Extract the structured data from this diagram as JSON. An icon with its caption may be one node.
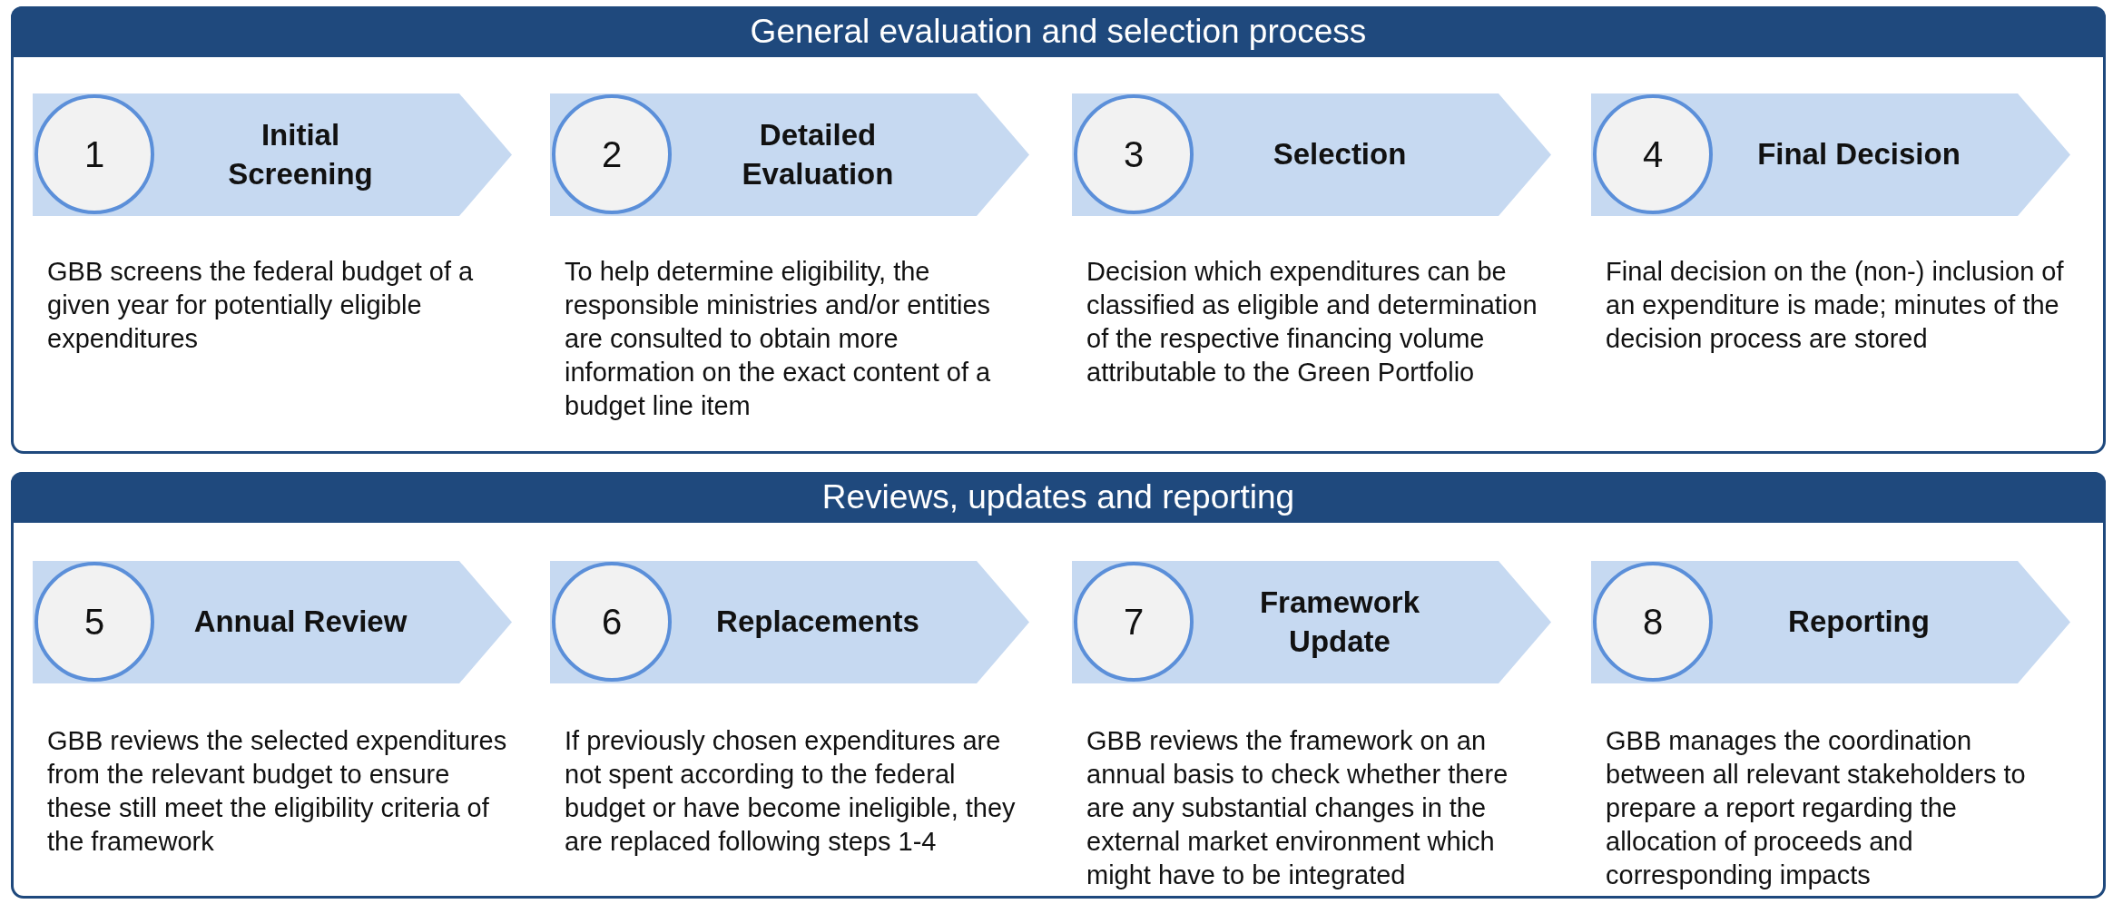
{
  "diagram": {
    "nodes": [
      {
        "text": [
          "General evaluation and selection process"
        ]
      },
      {
        "text": [
          "Initial Screening"
        ],
        "in": 0,
        "beside": [
          "GBB screens the federal budget of a given year for potentially eligible expenditures"
        ]
      },
      {
        "text": [
          "1"
        ],
        "in": 1
      },
      {
        "text": [
          "Detailed Evaluation"
        ],
        "in": 0,
        "beside": [
          "To help determine eligibility, the responsible ministries and/or entities are consulted to obtain more information on the exact content of a budget line item"
        ]
      },
      {
        "text": [
          "2"
        ],
        "in": 3
      },
      {
        "text": [
          "Selection"
        ],
        "in": 0,
        "beside": [
          "Decision which expenditures can be classified as eligible and determination of the respective financing volume attributable to the Green Portfolio"
        ]
      },
      {
        "text": [
          "3"
        ],
        "in": 5
      },
      {
        "text": [
          "Final Decision"
        ],
        "in": 0,
        "beside": [
          "Final decision on the (non-) inclusion of an expenditure is made; minutes of the decision process are stored"
        ]
      },
      {
        "text": [
          "4"
        ],
        "in": 7
      },
      {
        "text": [
          "Reviews, updates and reporting"
        ]
      },
      {
        "text": [
          "Annual Review"
        ],
        "in": 9,
        "beside": [
          "GBB reviews the selected expenditures from the relevant budget to ensure these still meet the eligibility criteria of the framework"
        ]
      },
      {
        "text": [
          "5"
        ],
        "in": 10
      },
      {
        "text": [
          "Replacements"
        ],
        "in": 9,
        "beside": [
          "If previously chosen expenditures are not spent according to the federal budget or have become ineligible, they are replaced following steps 1-4"
        ]
      },
      {
        "text": [
          "6"
        ],
        "in": 12
      },
      {
        "text": [
          "Framework Update"
        ],
        "in": 9,
        "beside": [
          "GBB reviews the framework on an annual basis to check whether there are any substantial changes in the external market environment which might have to be integrated"
        ]
      },
      {
        "text": [
          "7"
        ],
        "in": 14
      },
      {
        "text": [
          "Reporting"
        ],
        "in": 9,
        "beside": [
          "GBB manages the coordination between all relevant stakeholders to prepare a report regarding the allocation of proceeds and corresponding impacts"
        ]
      },
      {
        "text": [
          "8"
        ],
        "in": 16
      }
    ],
    "edges": []
  }
}
